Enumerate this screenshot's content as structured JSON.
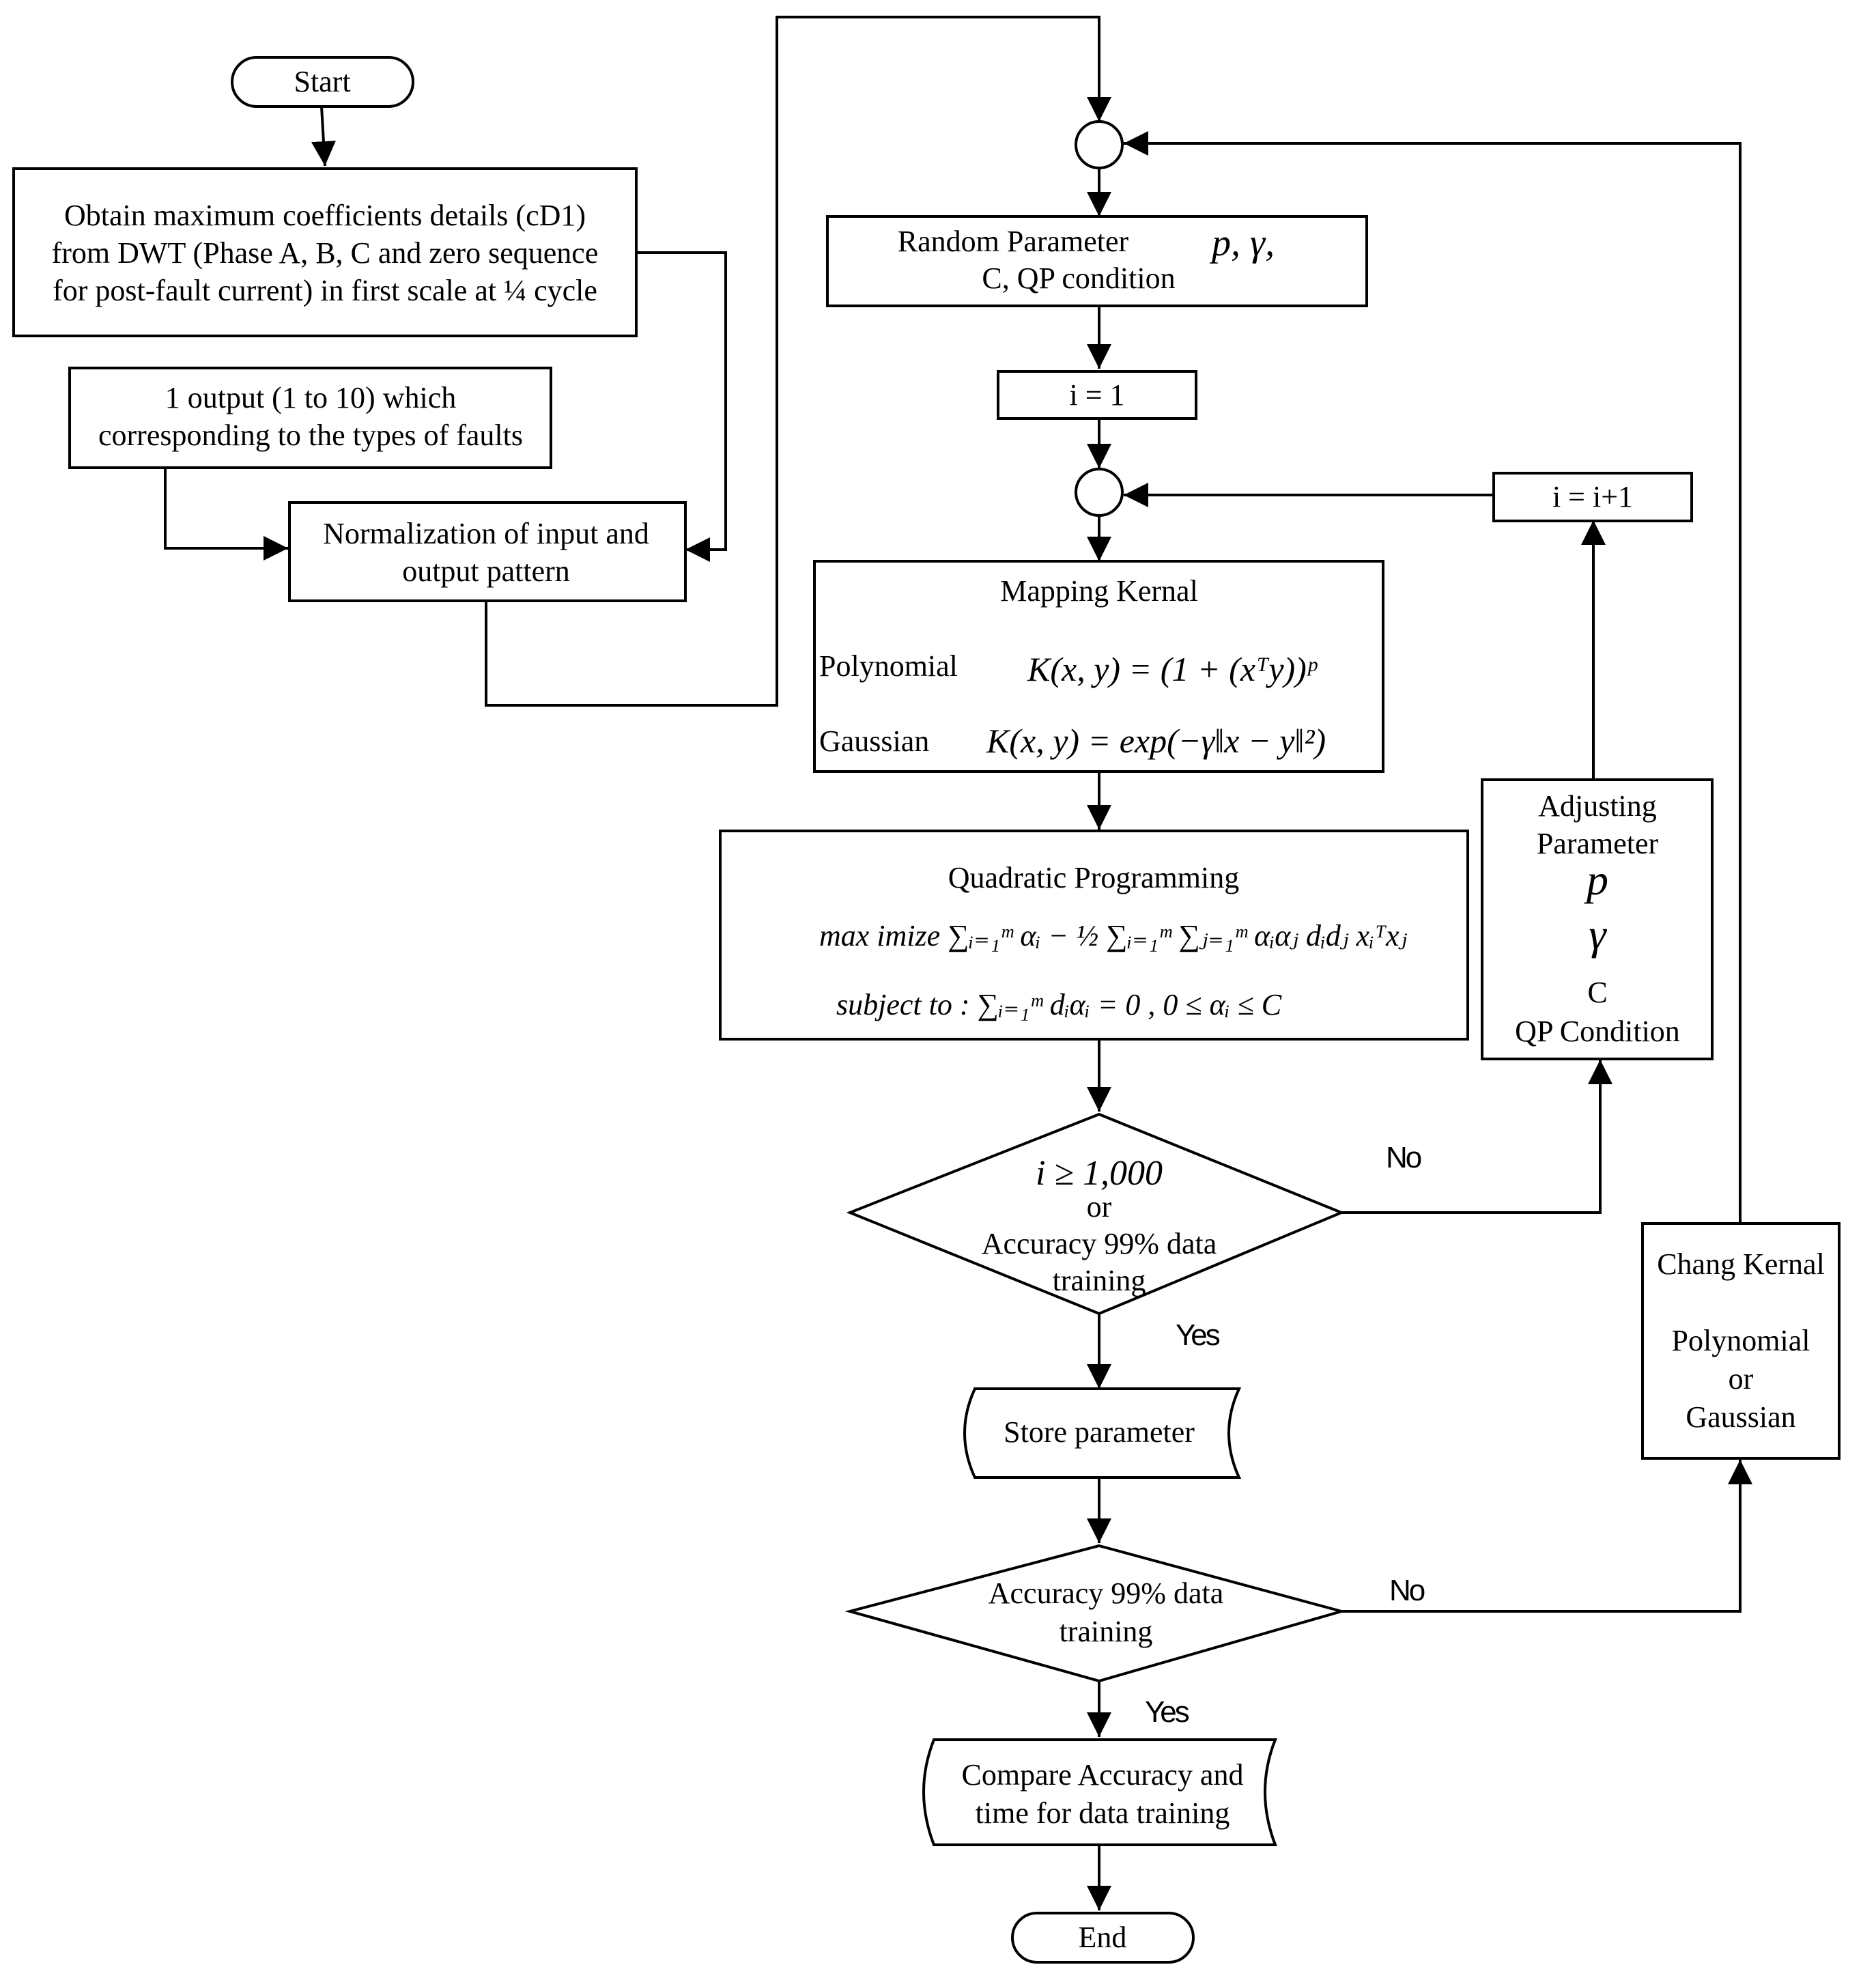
{
  "nodes": {
    "start": "Start",
    "obtain": [
      "Obtain maximum coefficients details (cD1)",
      "from DWT (Phase A, B, C and zero sequence",
      "for post-fault current) in first scale at ¼ cycle"
    ],
    "output": [
      "1 output (1 to 10) which",
      "corresponding to the types of faults"
    ],
    "normalization": [
      "Normalization of input and",
      "output pattern"
    ],
    "random_param": {
      "line1": "Random Parameter",
      "symbols": "p,   γ,",
      "line2": "C, QP condition"
    },
    "i_init": "i = 1",
    "i_inc": "i = i+1",
    "mapping": {
      "title": "Mapping  Kernal",
      "poly_label": "Polynomial",
      "poly_formula": "K(x, y) = (1 + (xᵀy))ᵖ",
      "gauss_label": "Gaussian",
      "gauss_formula": "K(x, y) = exp(−γ‖x − y‖²)"
    },
    "qp": {
      "title": "Quadratic Programming",
      "objective": "max imize ∑ᵢ₌₁ᵐ αᵢ − ½ ∑ᵢ₌₁ᵐ ∑ⱼ₌₁ᵐ αᵢαⱼ dᵢdⱼ xᵢᵀxⱼ",
      "constraint": "subject  to : ∑ᵢ₌₁ᵐ dᵢαᵢ = 0 ,      0 ≤ αᵢ ≤ C"
    },
    "decision1": {
      "line1": "i ≥ 1,000",
      "line2": "or",
      "line3": "Accuracy 99% data",
      "line4": "training"
    },
    "adjusting": {
      "line1": "Adjusting",
      "line2": "Parameter",
      "p": "p",
      "gamma": "γ",
      "c": "C",
      "qp": "QP Condition"
    },
    "store": "Store parameter",
    "decision2": [
      "Accuracy 99% data",
      "training"
    ],
    "change_kernel": {
      "title": "Chang Kernal",
      "line1": "Polynomial",
      "line2": "or",
      "line3": "Gaussian"
    },
    "compare": [
      "Compare Accuracy and",
      "time for data training"
    ],
    "end": "End"
  },
  "edge_labels": {
    "no1": "No",
    "yes1": "Yes",
    "no2": "No",
    "yes2": "Yes"
  }
}
